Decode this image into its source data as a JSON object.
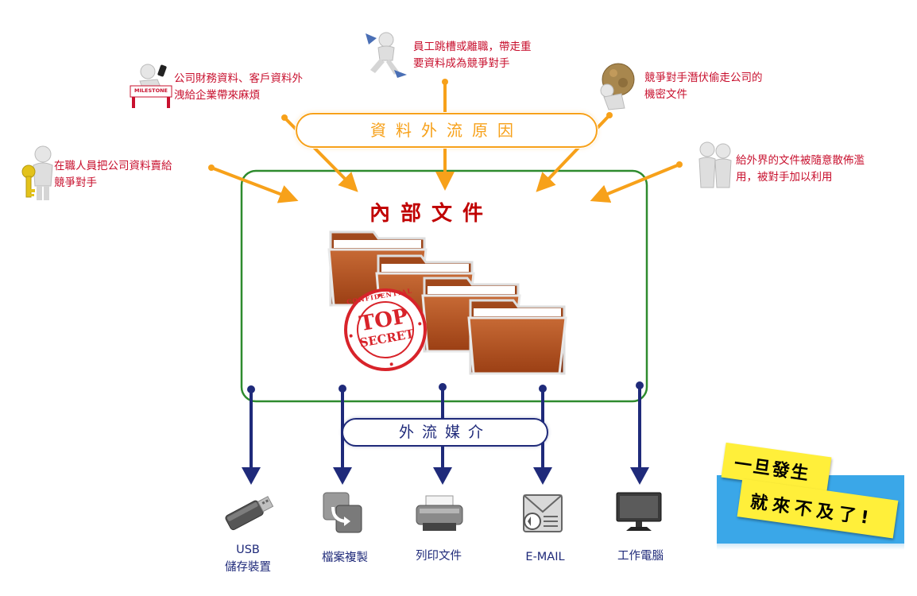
{
  "title": "內部文件",
  "reasons_label": "資料外流原因",
  "media_label": "外流媒介",
  "reasons": [
    {
      "id": "employee-sell",
      "lines": [
        "在職人員把公司資料賣給",
        "競爭對手"
      ]
    },
    {
      "id": "financial-leak",
      "lines": [
        "公司財務資料、客戶資料外",
        "洩給企業帶來麻煩"
      ]
    },
    {
      "id": "resign",
      "lines": [
        "員工跳槽或離職，帶走重",
        "要資料成為競爭對手"
      ]
    },
    {
      "id": "competitor-steal",
      "lines": [
        "競爭對手潛伏偷走公司的",
        "機密文件"
      ]
    },
    {
      "id": "external-spread",
      "lines": [
        "給外界的文件被隨意散佈濫",
        "用，被對手加以利用"
      ]
    }
  ],
  "media": [
    {
      "id": "usb",
      "icon": "usb-drive-icon",
      "lines": [
        "USB",
        "儲存裝置"
      ]
    },
    {
      "id": "copy",
      "icon": "file-copy-icon",
      "lines": [
        "檔案複製"
      ]
    },
    {
      "id": "print",
      "icon": "printer-icon",
      "lines": [
        "列印文件"
      ]
    },
    {
      "id": "email",
      "icon": "email-icon",
      "lines": [
        "E-MAIL"
      ]
    },
    {
      "id": "computer",
      "icon": "monitor-icon",
      "lines": [
        "工作電腦"
      ]
    }
  ],
  "stamp": {
    "top": "TOP",
    "bottom": "SECRET",
    "ring": "CONFIDENTIAL"
  },
  "milestone_sign": "MILESTONE",
  "banner": {
    "line1": "一旦發生",
    "line2": "就來不及了!"
  },
  "colors": {
    "reason_text": "#c8102e",
    "orange": "#f7a11a",
    "navy": "#1f2a7a",
    "green": "#2e8b2e",
    "title": "#c00000",
    "folder": "#b5531f",
    "banner_blue": "#3aa7e8",
    "banner_yellow": "#ffef3a"
  }
}
